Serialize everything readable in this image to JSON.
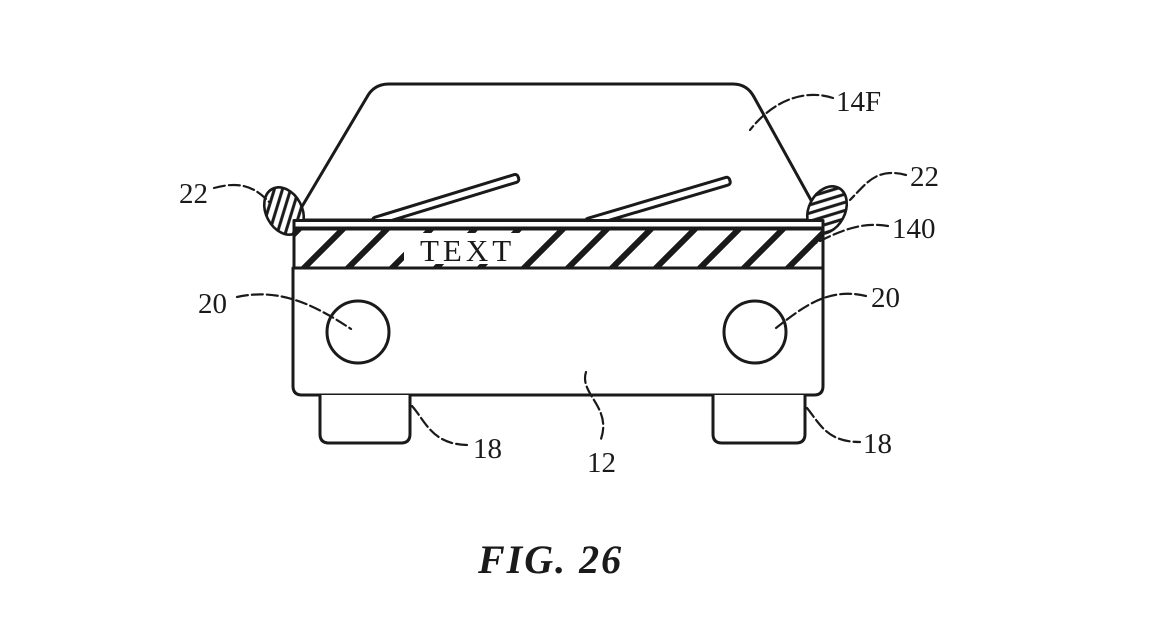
{
  "figure": {
    "caption": "FIG. 26",
    "band_text": "TEXT",
    "labels": {
      "windshield": "14F",
      "mirror_left": "22",
      "mirror_right": "22",
      "display_band": "140",
      "headlight_left": "20",
      "headlight_right": "20",
      "wheel_left": "18",
      "wheel_right": "18",
      "body": "12"
    },
    "colors": {
      "line": "#1a1a1a",
      "background": "#ffffff"
    }
  }
}
